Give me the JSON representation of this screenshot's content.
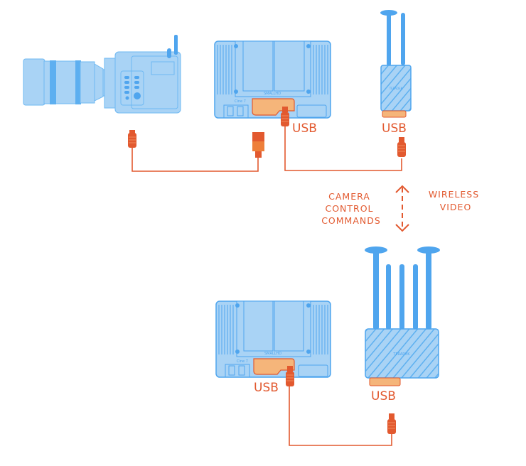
{
  "diagram": {
    "title": "SmallHD Cine 7 wireless camera control setup",
    "colors": {
      "device_fill": "#A9D3F5",
      "device_stroke": "#4AA3EE",
      "device_accent": "#4FA5EE",
      "cable": "#E2592F",
      "connector_light": "#F5B57A",
      "label": "#E2592F"
    },
    "top_row": {
      "camera": {
        "name": "Cinema camera with lens"
      },
      "monitor": {
        "name": "SmallHD Cine 7",
        "brand_text": "SMALLHD",
        "model_text": "Cine 7",
        "usb_label": "USB"
      },
      "transmitter": {
        "name": "Teradek transmitter",
        "brand_text": "TERADEK",
        "usb_label": "USB"
      }
    },
    "link": {
      "left_label_lines": [
        "CAMERA",
        "CONTROL",
        "COMMANDS"
      ],
      "right_label_lines": [
        "WIRELESS",
        "VIDEO"
      ],
      "arrow": "bidirectional-dashed"
    },
    "bottom_row": {
      "monitor": {
        "name": "SmallHD Cine 7",
        "brand_text": "SMALLHD",
        "model_text": "Cine 7",
        "usb_label": "USB"
      },
      "receiver": {
        "name": "Teradek receiver",
        "brand_text": "TERADEK",
        "usb_label": "USB"
      }
    }
  }
}
